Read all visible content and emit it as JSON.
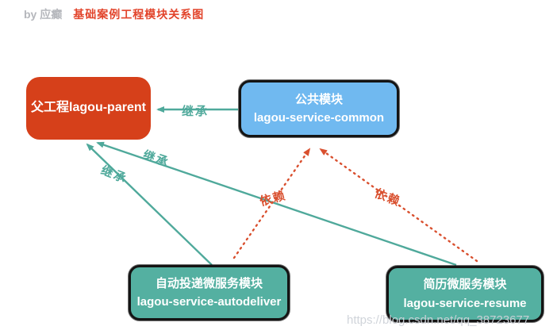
{
  "title": {
    "byline": "by 应癫",
    "heading": "基础案例工程模块关系图"
  },
  "nodes": {
    "parent": {
      "label": "父工程lagou-parent"
    },
    "common": {
      "line1": "公共模块",
      "line2": "lagou-service-common"
    },
    "autodeliver": {
      "line1": "自动投递微服务模块",
      "line2": "lagou-service-autodeliver"
    },
    "resume": {
      "line1": "简历微服务模块",
      "line2": "lagou-service-resume"
    }
  },
  "edges": {
    "common_to_parent": {
      "label": "继承",
      "type": "inherit",
      "style": "solid"
    },
    "resume_to_parent": {
      "label": "继承",
      "type": "inherit",
      "style": "solid"
    },
    "autodeliver_to_parent": {
      "label": "继承",
      "type": "inherit",
      "style": "solid"
    },
    "autodeliver_to_common": {
      "label": "依赖",
      "type": "depend",
      "style": "dotted"
    },
    "resume_to_common": {
      "label": "依赖",
      "type": "depend",
      "style": "dotted"
    }
  },
  "watermark": "https://blog.csdn.net/qq_38723677",
  "colors": {
    "parent_red": "#d6401a",
    "common_blue": "#70b9f0",
    "service_teal": "#54b0a1",
    "arrow_teal": "#4fa99b",
    "arrow_red": "#d9502f",
    "title_red": "#e2442b",
    "muted_gray": "#b5b7bc"
  }
}
